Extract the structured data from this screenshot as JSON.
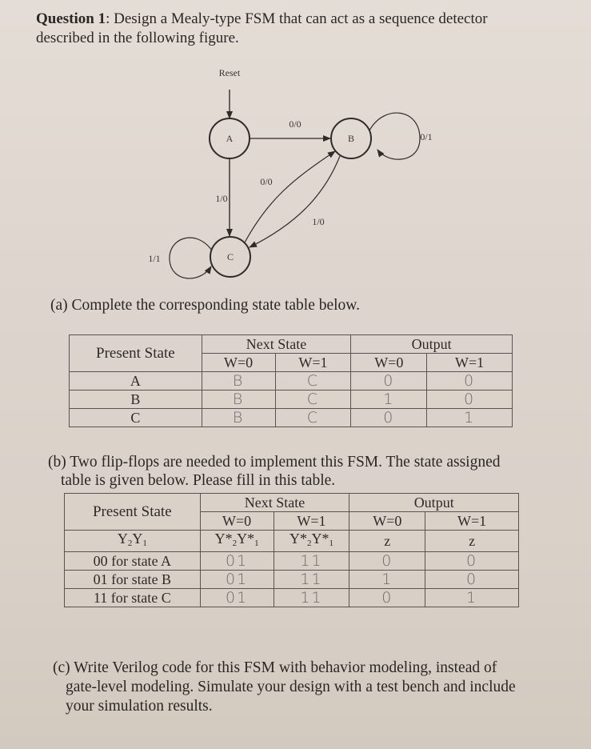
{
  "question": {
    "label": "Question 1",
    "text": ": Design a Mealy-type FSM that can act as a sequence detector",
    "text_line2": "described in the following figure."
  },
  "diagram": {
    "reset_label": "Reset",
    "states": [
      "A",
      "B",
      "C"
    ],
    "transitions": [
      {
        "from": "A",
        "to": "B",
        "label": "0/0"
      },
      {
        "from": "A",
        "to": "C",
        "label": "1/0"
      },
      {
        "from": "B",
        "to": "B",
        "label": "0/1"
      },
      {
        "from": "B",
        "to": "C",
        "label": "1/0"
      },
      {
        "from": "C",
        "to": "B",
        "label": "0/0"
      },
      {
        "from": "C",
        "to": "C",
        "label": "1/1"
      }
    ]
  },
  "part_a": {
    "prompt": "(a) Complete the corresponding state table below.",
    "table": {
      "present_state_header": "Present State",
      "next_state_header": "Next State",
      "output_header": "Output",
      "sub_headers": [
        "W=0",
        "W=1",
        "W=0",
        "W=1"
      ],
      "rows": [
        {
          "state": "A",
          "ns_w0": "B",
          "ns_w1": "C",
          "out_w0": "0",
          "out_w1": "0"
        },
        {
          "state": "B",
          "ns_w0": "B",
          "ns_w1": "C",
          "out_w0": "1",
          "out_w1": "0"
        },
        {
          "state": "C",
          "ns_w0": "B",
          "ns_w1": "C",
          "out_w0": "0",
          "out_w1": "1"
        }
      ]
    }
  },
  "part_b": {
    "prompt_line1": "(b) Two flip-flops are needed to implement this FSM. The state assigned",
    "prompt_line2": "table is given below. Please fill in this table.",
    "table": {
      "present_state_header": "Present State",
      "next_state_header": "Next State",
      "output_header": "Output",
      "sub_headers": [
        "W=0",
        "W=1",
        "W=0",
        "W=1"
      ],
      "var_row": {
        "present": "Y2Y1",
        "ns_w0": "Y*2Y*1",
        "ns_w1": "Y*2Y*1",
        "out_w0": "z",
        "out_w1": "z"
      },
      "rows": [
        {
          "state": "00 for state A",
          "ns_w0": "01",
          "ns_w1": "11",
          "out_w0": "0",
          "out_w1": "0"
        },
        {
          "state": "01 for state B",
          "ns_w0": "01",
          "ns_w1": "11",
          "out_w0": "1",
          "out_w1": "0"
        },
        {
          "state": "11 for state C",
          "ns_w0": "01",
          "ns_w1": "11",
          "out_w0": "0",
          "out_w1": "1"
        }
      ]
    }
  },
  "part_c": {
    "line1": "(c) Write Verilog code for this FSM with behavior modeling, instead of",
    "line2": "gate-level modeling. Simulate your design with a test bench and include",
    "line3": "your simulation results."
  }
}
